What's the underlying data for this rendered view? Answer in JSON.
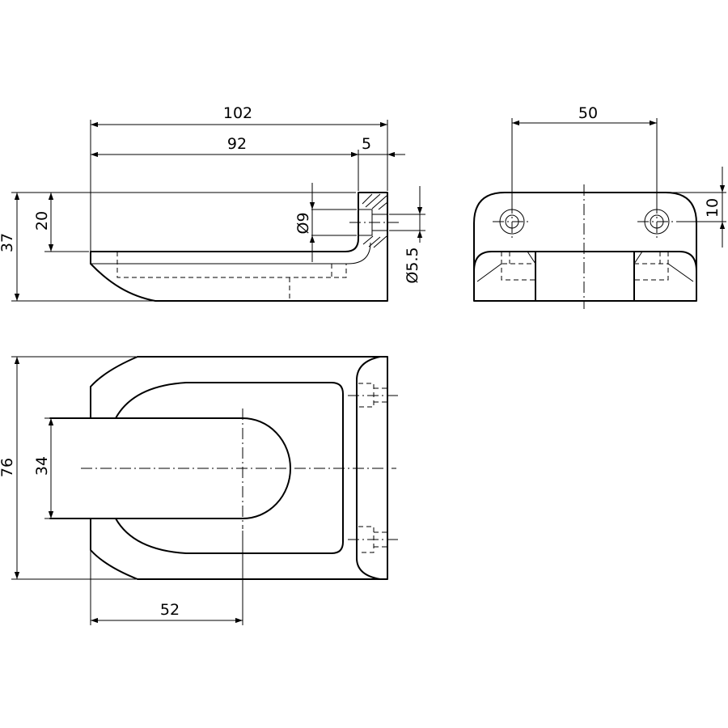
{
  "dimensions": {
    "overall_length": "102",
    "inner_length": "92",
    "wall_thickness": "5",
    "overall_height": "37",
    "hole_offset": "20",
    "counterbore_diameter": "Ø9",
    "hole_diameter": "Ø5.5",
    "hole_spacing": "50",
    "hole_edge_distance": "10",
    "overall_width": "76",
    "grip_width": "34",
    "grip_depth": "52"
  },
  "colors": {
    "line": "#000000",
    "background": "#ffffff"
  }
}
